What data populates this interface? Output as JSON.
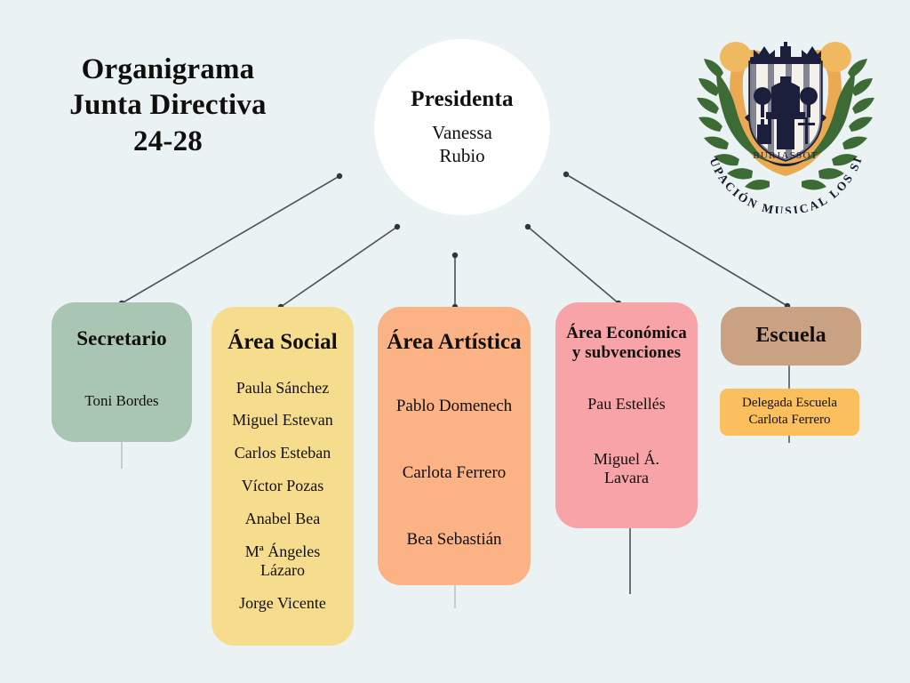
{
  "page": {
    "background_color": "#eaf2f3",
    "text_color": "#100f0d"
  },
  "title": {
    "line1": "Organigrama",
    "line2": "Junta Directiva",
    "line3": "24-28"
  },
  "president": {
    "role": "Presidenta",
    "name": "Vanessa\nRubio",
    "color": "#ffffff"
  },
  "logo": {
    "shield_text": "BURJASSOT",
    "arc_text": "AGRUPACIÓN MUSICAL LOS SILOS",
    "lyre_color": "#e9ab52",
    "laurel_color": "#3d6b35",
    "shield_color": "#1b1f3b"
  },
  "departments": [
    {
      "id": "secretario",
      "title": "Secretario",
      "color": "#a9c6b2",
      "members": [
        "Toni Bordes"
      ]
    },
    {
      "id": "social",
      "title": "Área Social",
      "color": "#f6dd8d",
      "members": [
        "Paula Sánchez",
        "Miguel Estevan",
        "Carlos Esteban",
        "Víctor Pozas",
        "Anabel Bea",
        "Mª Ángeles\nLázaro",
        "Jorge Vicente"
      ]
    },
    {
      "id": "artistica",
      "title": "Área Artística",
      "color": "#fbb284",
      "members": [
        "Pablo Domenech",
        "Carlota Ferrero",
        "Bea Sebastián"
      ]
    },
    {
      "id": "economica",
      "title": "Área Económica\ny subvenciones",
      "color": "#f8a3a7",
      "members": [
        "Pau Estellés",
        "Miguel Á.\nLavara"
      ]
    },
    {
      "id": "escuela",
      "title": "Escuela",
      "color": "#c8a282",
      "members": []
    }
  ],
  "escuela_sub": {
    "line1": "Delegada Escuela",
    "line2": "Carlota Ferrero",
    "color": "#fbbf5e"
  },
  "connectors": {
    "line_color": "#4a5258",
    "stub_color_light": "#b9c6c4"
  }
}
